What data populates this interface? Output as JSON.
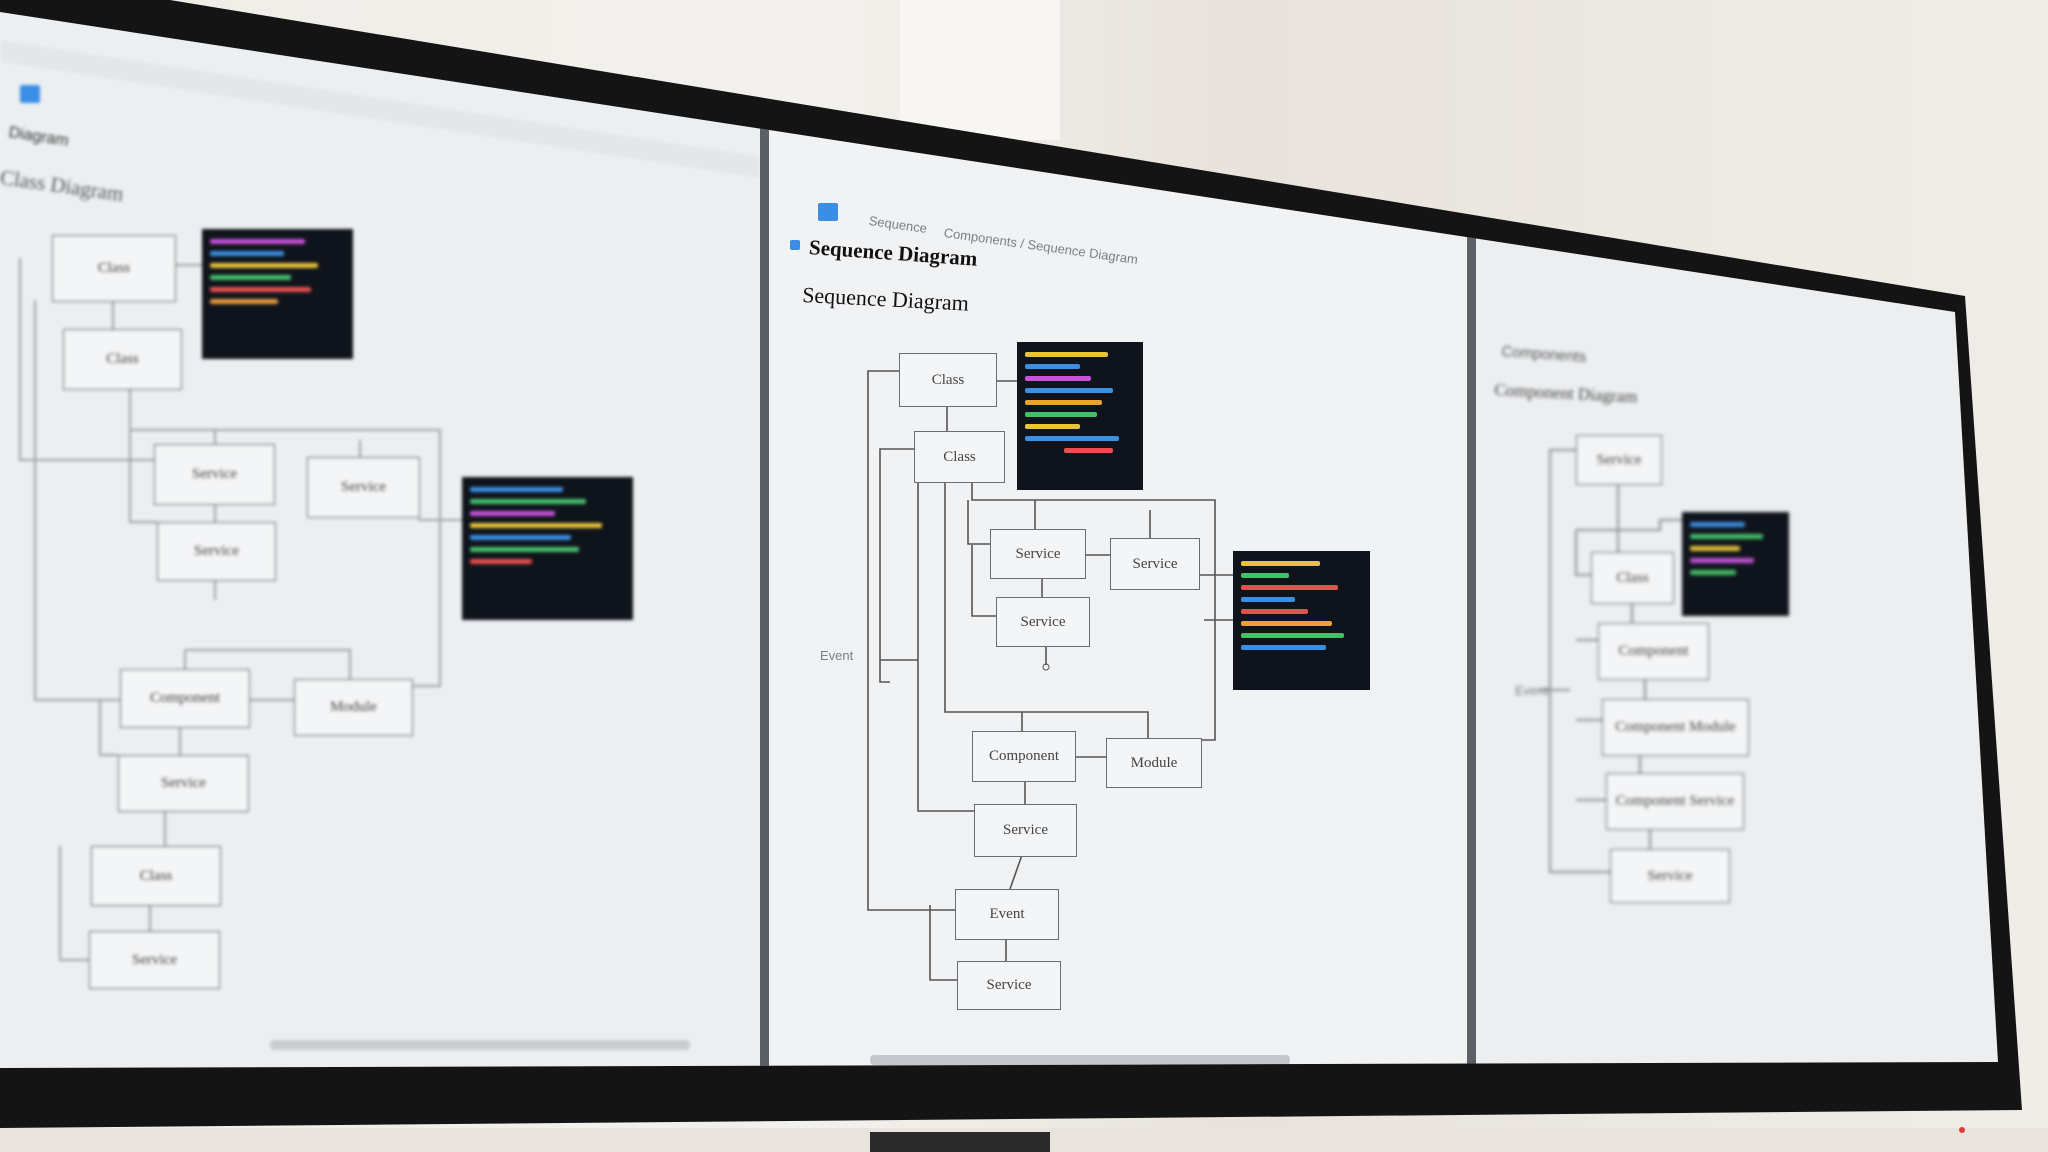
{
  "left_panel": {
    "menu_title": "Diagram",
    "title": "Class Diagram",
    "boxes": [
      "Class",
      "Class",
      "Service",
      "Service",
      "Service",
      "Component",
      "Module",
      "Service",
      "Class",
      "Service"
    ]
  },
  "center_panel": {
    "tab_label": "Sequence",
    "breadcrumb": "Components / Sequence Diagram",
    "header": "Sequence Diagram",
    "title": "Sequence Diagram",
    "side_label": "Event",
    "boxes": [
      "Class",
      "Class",
      "Service",
      "Service",
      "Service",
      "Component",
      "Module",
      "Service",
      "Event",
      "Service"
    ]
  },
  "right_panel": {
    "header": "Components",
    "title": "Component Diagram",
    "side_label": "Event",
    "boxes": [
      "Service",
      "Class",
      "Component",
      "Component Module",
      "Component Service",
      "Service"
    ]
  },
  "colors": {
    "accent": "#3a8ee6",
    "code_bg": "#0f141c",
    "bezel": "#141414"
  }
}
